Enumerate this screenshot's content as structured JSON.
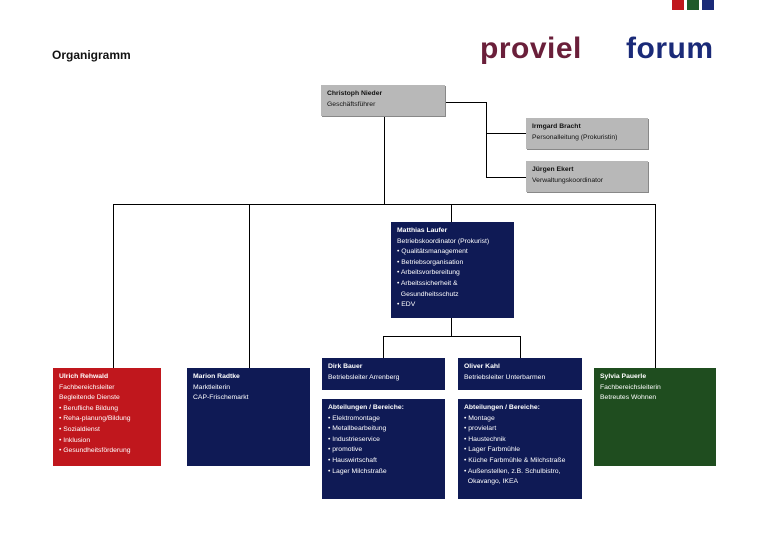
{
  "title": "Organigramm",
  "brand": {
    "left": "proviel",
    "right": "forum",
    "colors": [
      "#c0171d",
      "#1f5a2a",
      "#1a2a78"
    ]
  },
  "ceo": {
    "name": "Christoph Nieder",
    "role": "Geschäftsführer"
  },
  "staff1": {
    "name": "Irmgard Bracht",
    "role": "Personalleitung (Prokuristin)"
  },
  "staff2": {
    "name": "Jürgen Ekert",
    "role": "Verwaltungskoordinator"
  },
  "coordinator": {
    "name": "Matthias Laufer",
    "role": "Betriebskoordinator (Prokurist)",
    "items": [
      "• Qualitätsmanagement",
      "• Betriebsorganisation",
      "• Arbeitsvorbereitung",
      "• Arbeitssicherheit &",
      "  Gesundheitsschutz",
      "• EDV"
    ]
  },
  "rehwald": {
    "name": "Ulrich Rehwald",
    "role1": "Fachbereichsleiter",
    "role2": "Begleitende Dienste",
    "items": [
      "• Berufliche Bildung",
      "• Reha-planung/Bildung",
      "• Sozialdienst",
      "• Inklusion",
      "• Gesundheitsförderung"
    ]
  },
  "radtke": {
    "name": "Marion Radtke",
    "role1": "Marktleiterin",
    "role2": "CAP-Frischemarkt"
  },
  "bauer": {
    "name": "Dirk Bauer",
    "role": "Betriebsleiter Arrenberg"
  },
  "kahl": {
    "name": "Oliver Kahl",
    "role": "Betriebsleiter Unterbarmen"
  },
  "bauer_depts": {
    "header": "Abteilungen / Bereiche:",
    "items": [
      "• Elektromontage",
      "• Metallbearbeitung",
      "• Industrieservice",
      "• promotive",
      "• Hauswirtschaft",
      "• Lager Milchstraße"
    ]
  },
  "kahl_depts": {
    "header": "Abteilungen / Bereiche:",
    "items": [
      "• Montage",
      "• provielart",
      "• Haustechnik",
      "• Lager Farbmühle",
      "• Küche Farbmühle & Milchstraße",
      "• Außenstellen, z.B. Schulbistro,",
      "  Okavango, IKEA"
    ]
  },
  "pauerle": {
    "name": "Sylvia Pauerle",
    "role1": "Fachbereichsleiterin",
    "role2": "Betreutes Wohnen"
  }
}
